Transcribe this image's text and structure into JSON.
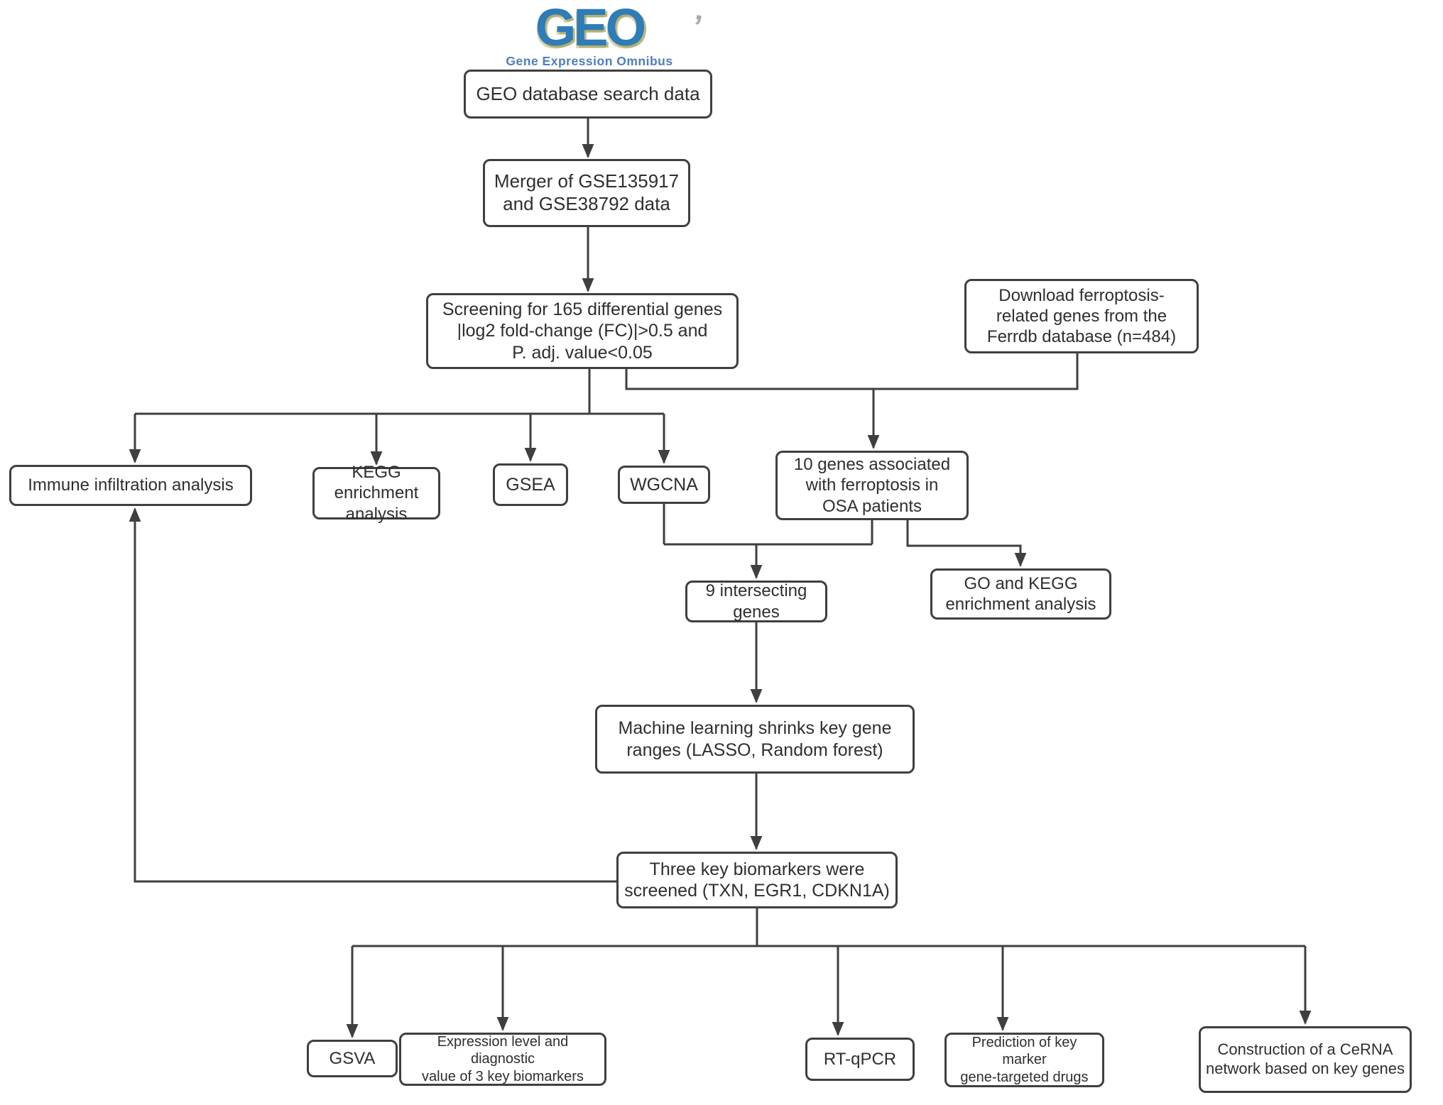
{
  "logo": {
    "text": "GEO",
    "tagline": "Gene Expression Omnibus",
    "tick": "’"
  },
  "colors": {
    "background": "#ffffff",
    "box_border": "#3f3f3f",
    "line": "#3f3f3f",
    "text": "#2f2f2f",
    "logo_blue": "#2e7cb8",
    "logo_accent": "#a9a258",
    "tagline_blue": "#4b7ec5"
  },
  "nodes": {
    "geo_search": "GEO database search data",
    "merger": "Merger of GSE135917\nand GSE38792 data",
    "screening": "Screening for 165 differential genes\n|log2 fold-change (FC)|>0.5 and\nP. adj. value<0.05",
    "ferrdb": "Download ferroptosis-\nrelated genes from the\nFerrdb database (n=484)",
    "immune": "Immune infiltration analysis",
    "kegg": "KEGG enrichment\nanalysis",
    "gsea": "GSEA",
    "wgcna": "WGCNA",
    "ten_genes": "10 genes associated\nwith ferroptosis in\nOSA patients",
    "intersect": "9 intersecting\ngenes",
    "go_kegg": "GO and KEGG\nenrichment analysis",
    "ml": "Machine learning shrinks key gene\nranges (LASSO, Random forest)",
    "biomarkers": "Three key biomarkers were\nscreened (TXN, EGR1, CDKN1A)",
    "gsva": "GSVA",
    "expression": "Expression level and diagnostic\nvalue of 3 key biomarkers",
    "rtqpcr": "RT-qPCR",
    "drugs": "Prediction of key marker\ngene-targeted drugs",
    "cerna": "Construction of a CeRNA\nnetwork based on key genes"
  }
}
